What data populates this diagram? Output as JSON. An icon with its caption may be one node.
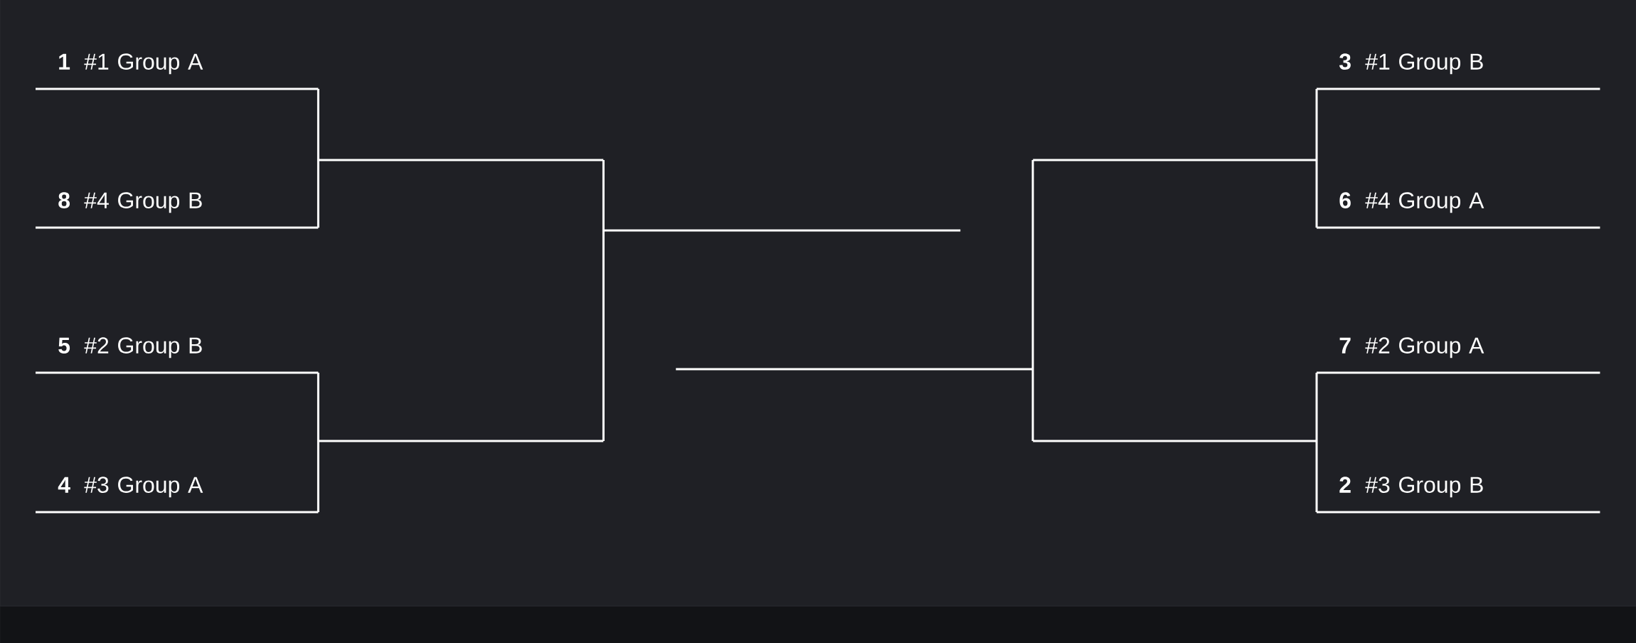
{
  "diagram": {
    "nodes": [
      {
        "text": [
          "1",
          "#1 Group A"
        ]
      },
      {
        "text": [
          "8",
          "#4 Group B"
        ]
      },
      {
        "text": [
          "5",
          "#2 Group B"
        ]
      },
      {
        "text": [
          "4",
          "#3 Group A"
        ]
      },
      {
        "text": [],
        "shape": "bar"
      },
      {
        "text": [],
        "shape": "bar"
      },
      {
        "text": [],
        "shape": "bar"
      },
      {
        "text": [],
        "shape": "bar"
      },
      {
        "text": [],
        "shape": "bar"
      },
      {
        "text": [],
        "shape": "bar"
      },
      {
        "text": [
          "3",
          "#1 Group B"
        ]
      },
      {
        "text": [
          "6",
          "#4 Group A"
        ]
      },
      {
        "text": [
          "7",
          "#2 Group A"
        ]
      },
      {
        "text": [
          "2",
          "#3 Group B"
        ]
      }
    ],
    "edges": [
      {
        "from": 0,
        "to": 4,
        "arrow": "none"
      },
      {
        "from": 1,
        "to": 4,
        "arrow": "none"
      },
      {
        "from": 2,
        "to": 5,
        "arrow": "none"
      },
      {
        "from": 3,
        "to": 5,
        "arrow": "none"
      },
      {
        "from": 4,
        "to": 6,
        "arrow": "none"
      },
      {
        "from": 5,
        "to": 6,
        "arrow": "none"
      },
      {
        "from": 10,
        "to": 8,
        "arrow": "none"
      },
      {
        "from": 11,
        "to": 8,
        "arrow": "none"
      },
      {
        "from": 12,
        "to": 9,
        "arrow": "none"
      },
      {
        "from": 13,
        "to": 9,
        "arrow": "none"
      },
      {
        "from": 8,
        "to": 7,
        "arrow": "none"
      },
      {
        "from": 9,
        "to": 7,
        "arrow": "none"
      }
    ]
  }
}
